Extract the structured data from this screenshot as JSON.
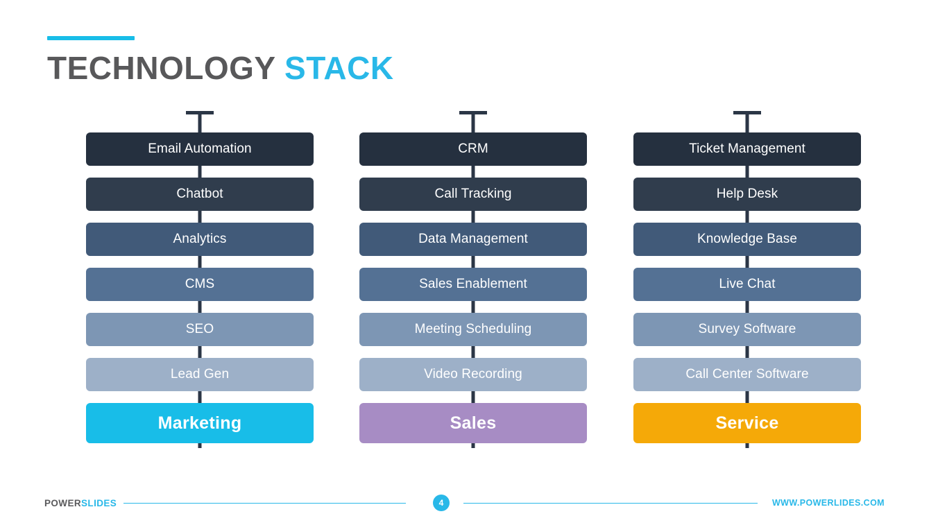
{
  "header": {
    "title_main": "TECHNOLOGY ",
    "title_accent": "STACK",
    "rule_color": "#18bde8"
  },
  "palette": {
    "row_shades": [
      "#25303f",
      "#303d4d",
      "#415a79",
      "#547194",
      "#7d96b4",
      "#9db0c8"
    ],
    "marketing": "#18bde8",
    "sales": "#a78cc4",
    "service": "#f5a908",
    "spine": "#2b3646",
    "title_gray": "#58585a",
    "accent_cyan": "#29b8e8"
  },
  "columns": [
    {
      "id": "marketing",
      "accent_color": "#18bde8",
      "footer_label": "Marketing",
      "items": [
        "Email Automation",
        "Chatbot",
        "Analytics",
        "CMS",
        "SEO",
        "Lead Gen"
      ]
    },
    {
      "id": "sales",
      "accent_color": "#a78cc4",
      "footer_label": "Sales",
      "items": [
        "CRM",
        "Call Tracking",
        "Data Management",
        "Sales Enablement",
        "Meeting Scheduling",
        "Video Recording"
      ]
    },
    {
      "id": "service",
      "accent_color": "#f5a908",
      "footer_label": "Service",
      "items": [
        "Ticket Management",
        "Help Desk",
        "Knowledge Base",
        "Live Chat",
        "Survey Software",
        "Call Center Software"
      ]
    }
  ],
  "footer": {
    "brand_dark": "POWER",
    "brand_accent": "SLIDES",
    "page_number": "4",
    "site_url": "WWW.POWERLIDES.COM"
  }
}
